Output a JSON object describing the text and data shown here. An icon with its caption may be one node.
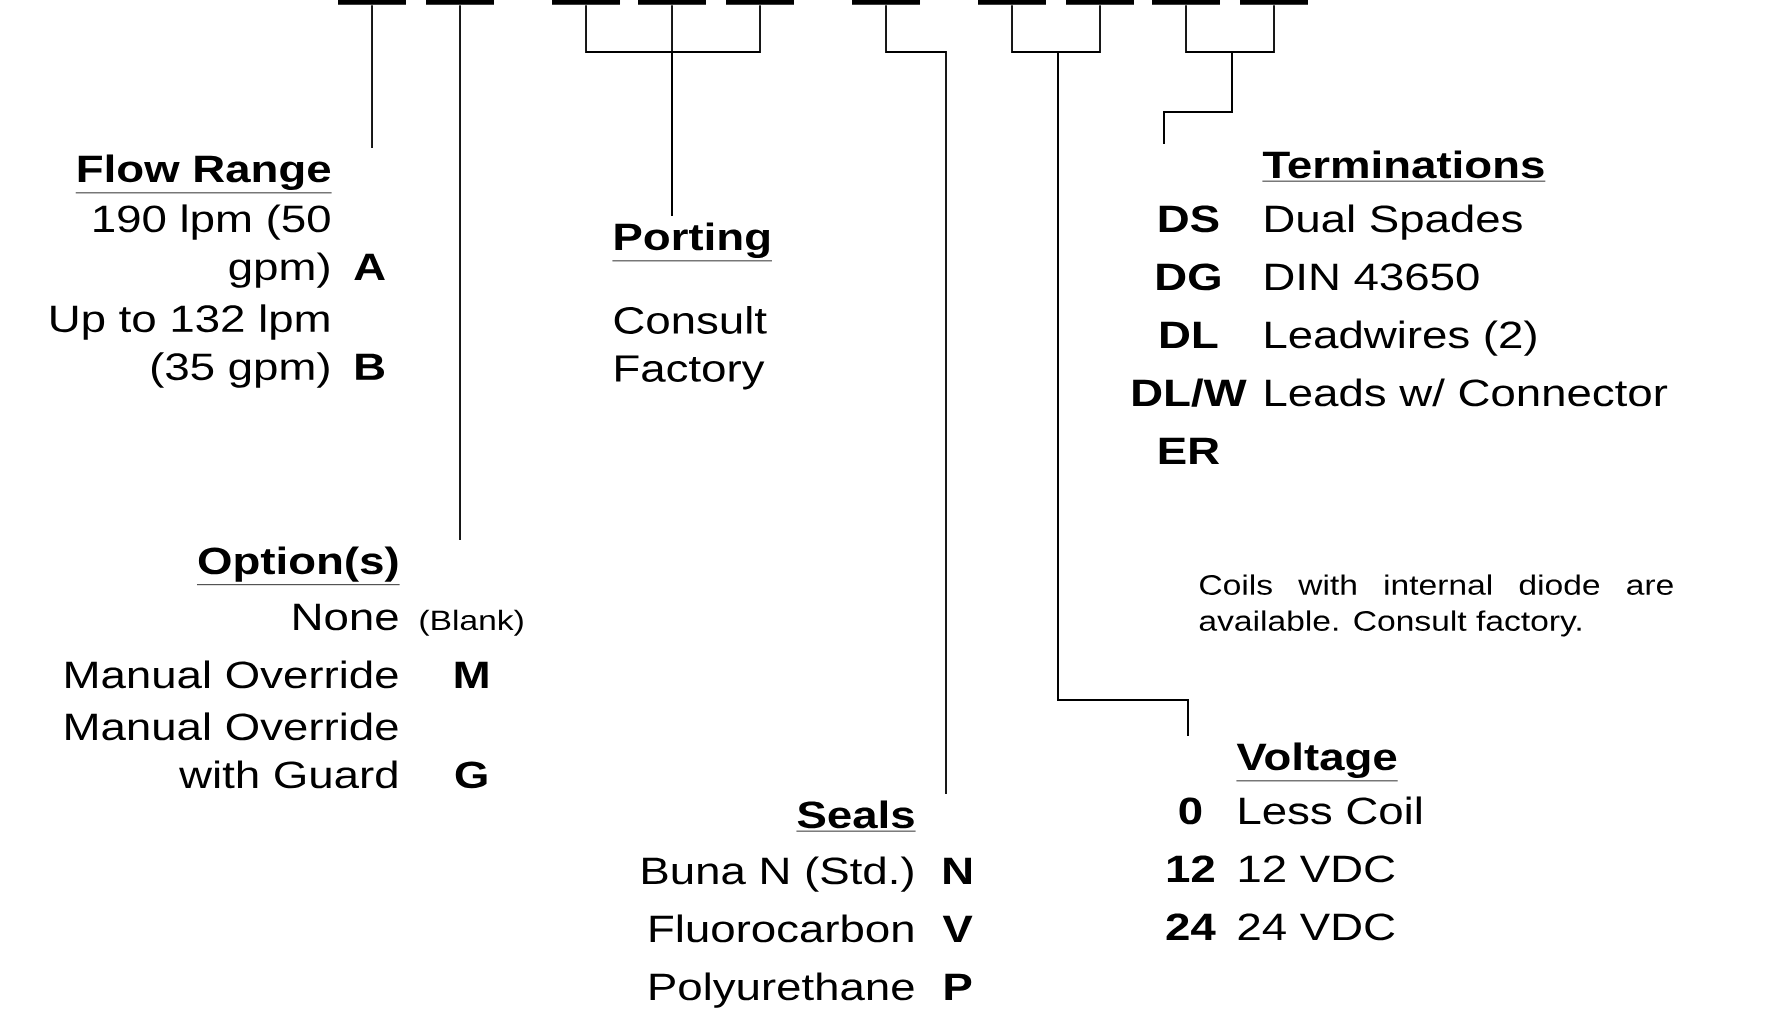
{
  "diagram": {
    "nodes": [
      {
        "text": [],
        "shape": "bar"
      },
      {
        "text": [],
        "shape": "bar"
      },
      {
        "text": [],
        "shape": "bar"
      },
      {
        "text": [],
        "shape": "bar"
      },
      {
        "text": [],
        "shape": "bar"
      },
      {
        "text": [],
        "shape": "bar"
      },
      {
        "text": [],
        "shape": "bar"
      },
      {
        "text": [],
        "shape": "bar"
      },
      {
        "text": [],
        "shape": "bar"
      },
      {
        "text": [],
        "shape": "bar"
      },
      {
        "text": [
          "Flow Range",
          "190 lpm (50 gpm)",
          "A",
          "Up to 132 lpm (35 gpm)",
          "B"
        ]
      },
      {
        "text": [
          "Porting",
          "Consult Factory"
        ]
      },
      {
        "text": [
          "Option(s)",
          "None",
          "(Blank)",
          "Manual Override",
          "M",
          "Manual Override with Guard",
          "G"
        ]
      },
      {
        "text": [
          "Seals",
          "Buna N (Std.)",
          "N",
          "Fluorocarbon",
          "V",
          "Polyurethane",
          "P"
        ]
      },
      {
        "text": [
          "Terminations",
          "DS",
          "Dual Spades",
          "DG",
          "DIN 43650",
          "DL",
          "Leadwires (2)",
          "DL/W",
          "Leads w/ Connector",
          "ER"
        ]
      },
      {
        "text": [
          "Voltage",
          "0",
          "Less Coil",
          "12",
          "12 VDC",
          "24",
          "24 VDC"
        ]
      }
    ],
    "edges": [
      {
        "from": 0,
        "to": 10,
        "arrow": "none"
      },
      {
        "from": 1,
        "to": 12,
        "arrow": "none"
      },
      {
        "from": 2,
        "to": 11,
        "arrow": "none"
      },
      {
        "from": 3,
        "to": 11,
        "arrow": "none"
      },
      {
        "from": 4,
        "to": 11,
        "arrow": "none"
      },
      {
        "from": 5,
        "to": 13,
        "arrow": "none"
      },
      {
        "from": 6,
        "to": 15,
        "arrow": "none"
      },
      {
        "from": 7,
        "to": 15,
        "arrow": "none"
      },
      {
        "from": 8,
        "to": 14,
        "arrow": "none"
      },
      {
        "from": 9,
        "to": 14,
        "arrow": "none"
      }
    ],
    "labels": [
      "Coils with internal diode are available. Consult factory."
    ]
  }
}
